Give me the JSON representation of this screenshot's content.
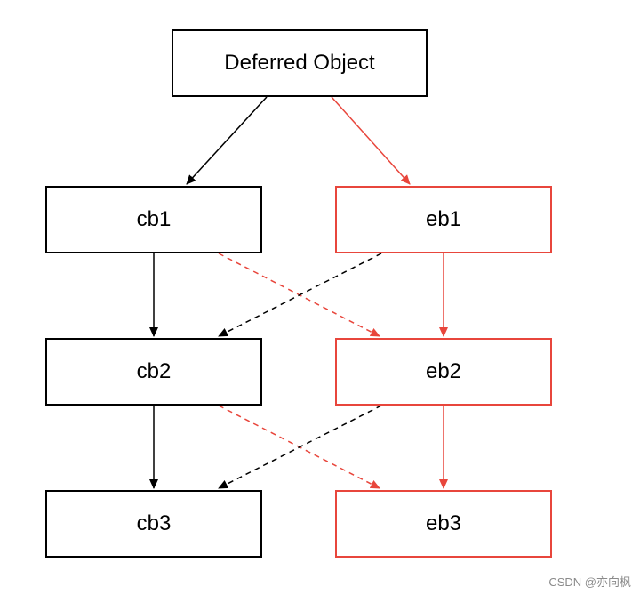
{
  "colors": {
    "black": "#000000",
    "red": "#e8463c",
    "watermark": "#8a8a8a"
  },
  "nodes": {
    "root": "Deferred Object",
    "cb1": "cb1",
    "eb1": "eb1",
    "cb2": "cb2",
    "eb2": "eb2",
    "cb3": "cb3",
    "eb3": "eb3"
  },
  "edges": [
    {
      "from": "root",
      "to": "cb1",
      "style": "solid",
      "color": "black"
    },
    {
      "from": "root",
      "to": "eb1",
      "style": "solid",
      "color": "red"
    },
    {
      "from": "cb1",
      "to": "cb2",
      "style": "solid",
      "color": "black"
    },
    {
      "from": "eb1",
      "to": "eb2",
      "style": "solid",
      "color": "red"
    },
    {
      "from": "cb1",
      "to": "eb2",
      "style": "dashed",
      "color": "red"
    },
    {
      "from": "eb1",
      "to": "cb2",
      "style": "dashed",
      "color": "black"
    },
    {
      "from": "cb2",
      "to": "cb3",
      "style": "solid",
      "color": "black"
    },
    {
      "from": "eb2",
      "to": "eb3",
      "style": "solid",
      "color": "red"
    },
    {
      "from": "cb2",
      "to": "eb3",
      "style": "dashed",
      "color": "red"
    },
    {
      "from": "eb2",
      "to": "cb3",
      "style": "dashed",
      "color": "black"
    }
  ],
  "watermark": "CSDN @亦向枫"
}
